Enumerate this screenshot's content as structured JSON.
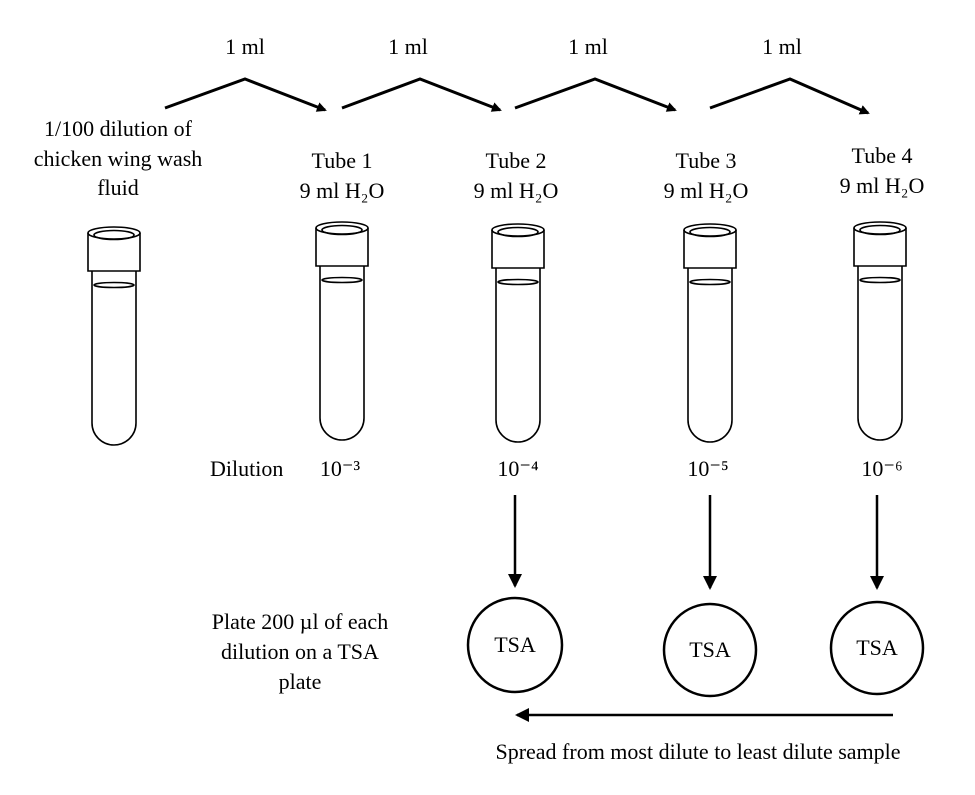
{
  "transfer_labels": [
    "1 ml",
    "1 ml",
    "1 ml",
    "1 ml"
  ],
  "source": {
    "lines": [
      "1/100 dilution of",
      "chicken wing wash",
      "fluid"
    ]
  },
  "tubes": [
    {
      "name": "Tube 1",
      "contents": "9 ml H₂O",
      "dilution": "10⁻³"
    },
    {
      "name": "Tube 2",
      "contents": "9 ml H₂O",
      "dilution": "10⁻⁴"
    },
    {
      "name": "Tube 3",
      "contents": "9 ml H₂O",
      "dilution": "10⁻⁵"
    },
    {
      "name": "Tube 4",
      "contents": "9 ml H₂O",
      "dilution": "10⁻⁶"
    }
  ],
  "dilution_label": "Dilution",
  "plate_instruction": [
    "Plate 200 µl of each",
    "dilution on a TSA",
    "plate"
  ],
  "plates": [
    "TSA",
    "TSA",
    "TSA"
  ],
  "spread_caption": "Spread from most dilute to least dilute sample"
}
